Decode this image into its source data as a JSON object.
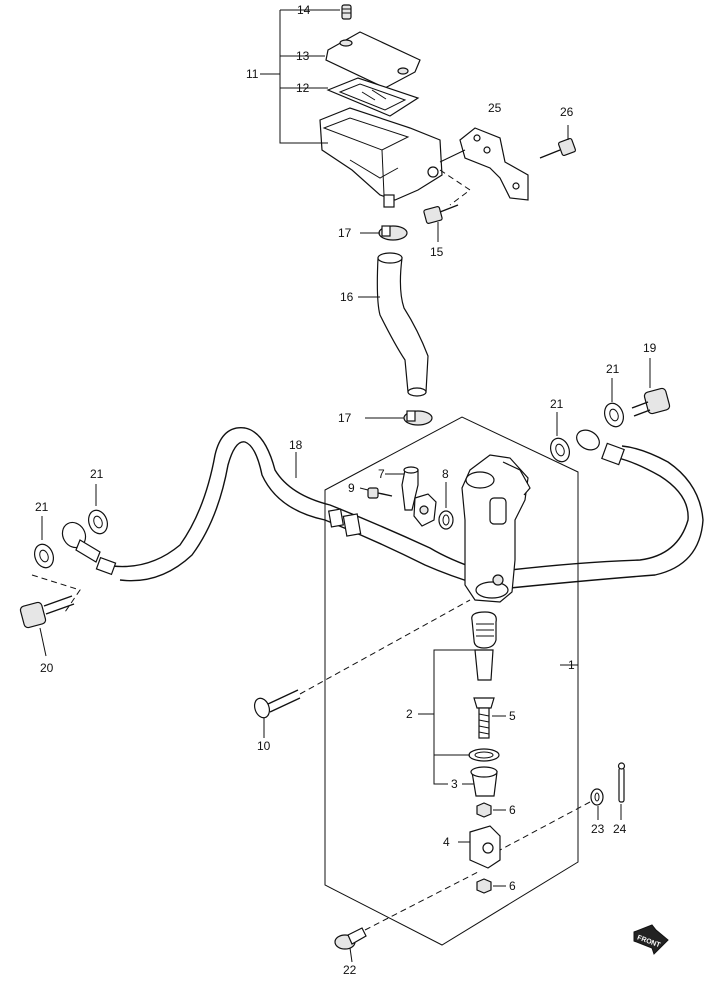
{
  "callouts": {
    "c1": "1",
    "c2": "2",
    "c3": "3",
    "c4": "4",
    "c5": "5",
    "c6a": "6",
    "c6b": "6",
    "c7": "7",
    "c8": "8",
    "c9": "9",
    "c10": "10",
    "c11": "11",
    "c12": "12",
    "c13": "13",
    "c14": "14",
    "c15": "15",
    "c16": "16",
    "c17a": "17",
    "c17b": "17",
    "c18": "18",
    "c19": "19",
    "c20": "20",
    "c21a": "21",
    "c21b": "21",
    "c21c": "21",
    "c21d": "21",
    "c22": "22",
    "c23": "23",
    "c24": "24",
    "c25": "25",
    "c26": "26"
  },
  "fr_badge": "FRONT"
}
